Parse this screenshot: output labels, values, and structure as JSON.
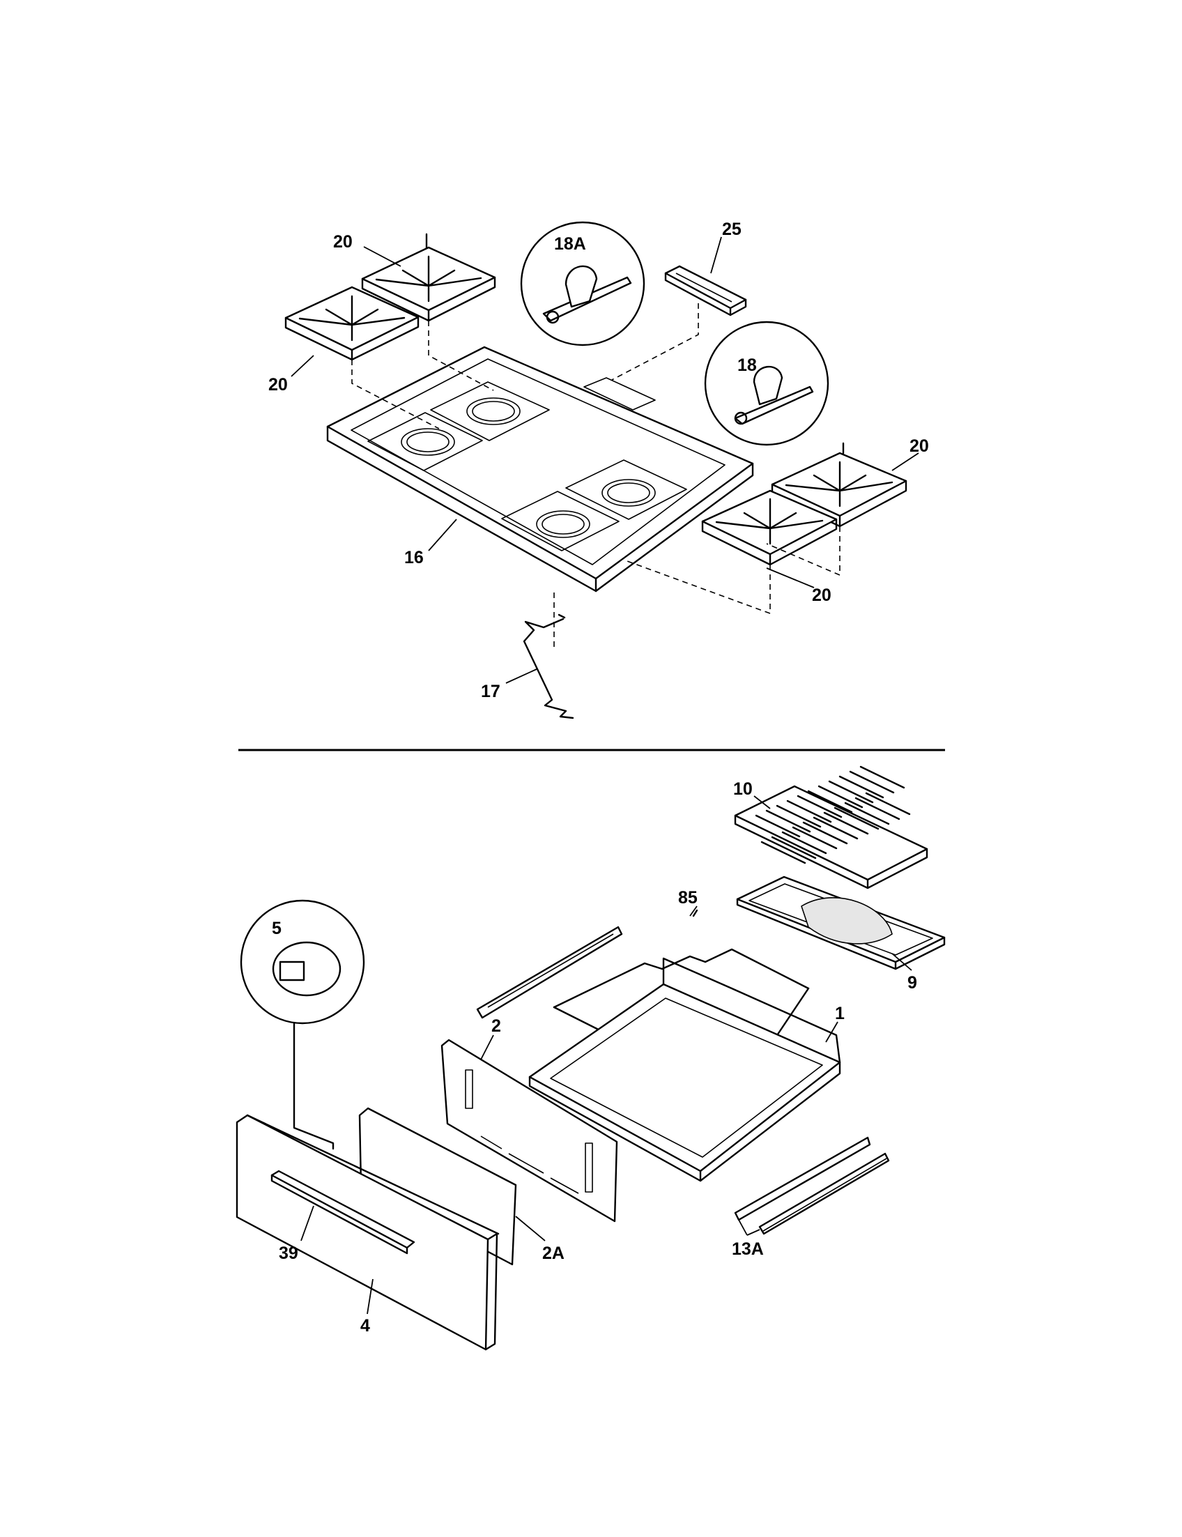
{
  "callouts": {
    "grate_top_left": "20",
    "grate_left": "20",
    "grate_right": "20",
    "grate_right_lower": "20",
    "bracket_18A": "18A",
    "bracket_18": "18",
    "part_25": "25",
    "cooktop_16": "16",
    "spring_17": "17",
    "broil_grid_10": "10",
    "broil_pan_9": "9",
    "rack_85": "85",
    "drawer_body_1": "1",
    "drawer_back_2": "2",
    "drawer_panel_2A": "2A",
    "roller_5": "5",
    "handle_39": "39",
    "drawer_front_4": "4",
    "slides_13A": "13A"
  }
}
